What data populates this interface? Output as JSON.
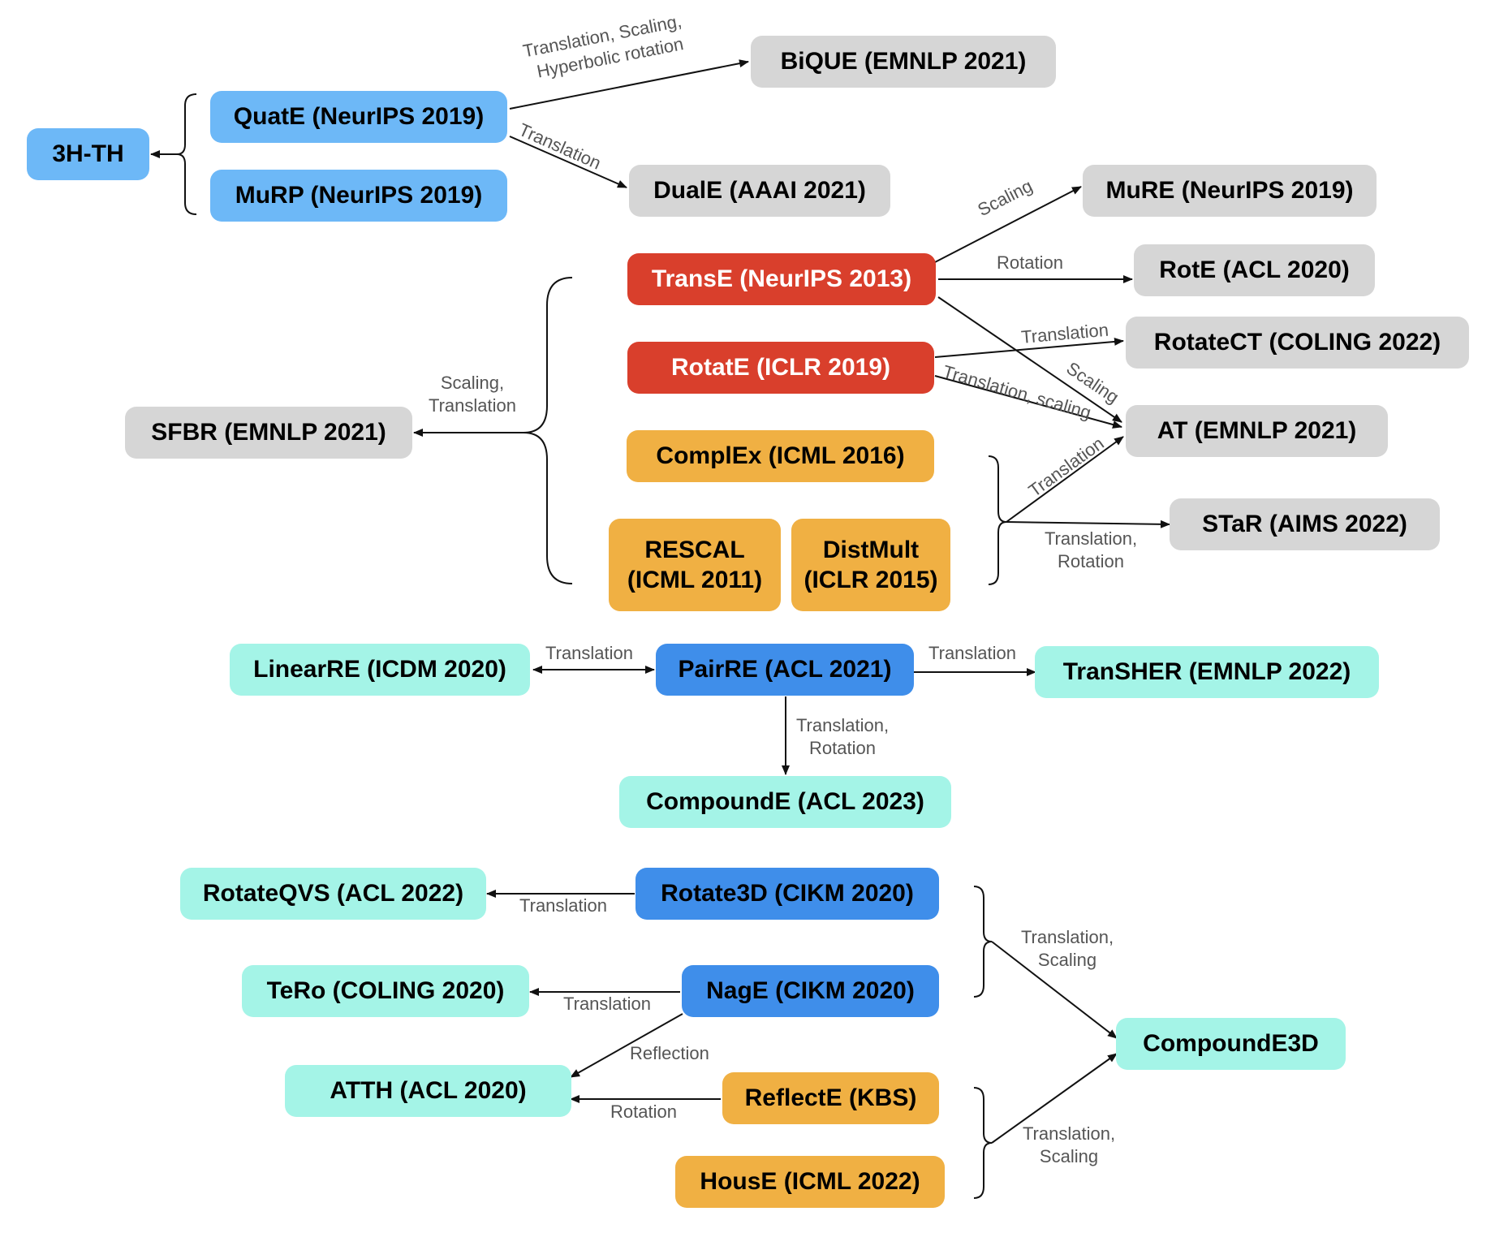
{
  "nodes": {
    "h3th": "3H-TH",
    "quate": "QuatE (NeurIPS 2019)",
    "murp": "MuRP (NeurIPS 2019)",
    "bique": "BiQUE (EMNLP 2021)",
    "duale": "DualE (AAAI 2021)",
    "mure": "MuRE (NeurIPS 2019)",
    "transe": "TransE (NeurIPS 2013)",
    "rote": "RotE (ACL 2020)",
    "rotatect": "RotateCT (COLING 2022)",
    "rotate": "RotatE (ICLR 2019)",
    "sfbr": "SFBR (EMNLP 2021)",
    "at": "AT (EMNLP 2021)",
    "complex": "ComplEx (ICML 2016)",
    "star": "STaR (AIMS 2022)",
    "rescal_1": "RESCAL",
    "rescal_2": "(ICML 2011)",
    "distmult_1": "DistMult",
    "distmult_2": "(ICLR 2015)",
    "linearre": "LinearRE (ICDM 2020)",
    "pairre": "PairRE (ACL 2021)",
    "transher": "TranSHER (EMNLP 2022)",
    "compounde": "CompoundE (ACL 2023)",
    "rotateqvs": "RotateQVS (ACL 2022)",
    "rotate3d": "Rotate3D (CIKM 2020)",
    "tero": "TeRo (COLING 2020)",
    "nage": "NagE (CIKM 2020)",
    "compounde3d": "CompoundE3D",
    "atth": "ATTH (ACL 2020)",
    "reflecte": "ReflectE (KBS)",
    "house": "HousE (ICML 2022)"
  },
  "edge_labels": {
    "bique_1": "Translation, Scaling,",
    "bique_2": "Hyperbolic rotation",
    "duale": "Translation",
    "mure": "Scaling",
    "rote": "Rotation",
    "rotatect": "Translation",
    "at_scaling": "Scaling",
    "at_trans_scaling": "Translation, scaling",
    "sfbr_1": "Scaling,",
    "sfbr_2": "Translation",
    "at_translation": "Translation",
    "star_1": "Translation,",
    "star_2": "Rotation",
    "linearre": "Translation",
    "transher": "Translation",
    "compounde_1": "Translation,",
    "compounde_2": "Rotation",
    "rotateqvs": "Translation",
    "tero": "Translation",
    "atth_reflection": "Reflection",
    "atth_rotation": "Rotation",
    "ce3d_top_1": "Translation,",
    "ce3d_top_2": "Scaling",
    "ce3d_bot_1": "Translation,",
    "ce3d_bot_2": "Scaling"
  },
  "colors": {
    "light_blue": "#6DB8F7",
    "blue": "#3F8EEA",
    "red": "#D93F2C",
    "orange": "#F0B043",
    "gray": "#D6D6D6",
    "cyan": "#A4F4E7"
  }
}
